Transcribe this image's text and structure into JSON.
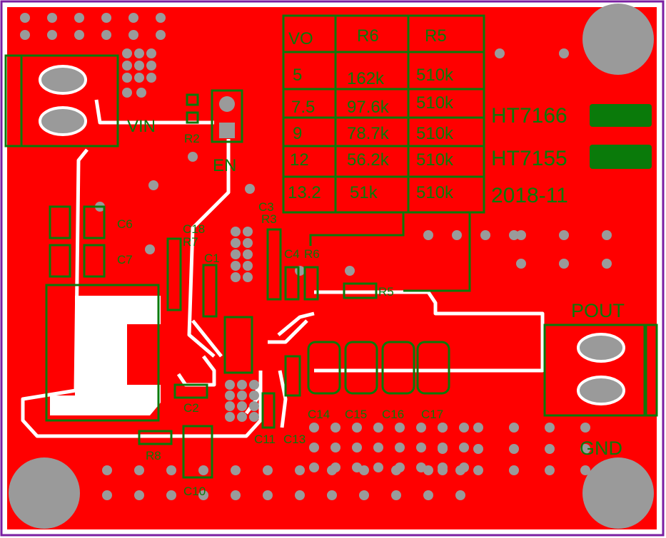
{
  "board": {
    "copper_color": "#ff0000",
    "silk_color": "#0a7a0a",
    "outline_color": "#7a1fa2",
    "hole_color": "#9a9a9a"
  },
  "table": {
    "headers": [
      "VO",
      "R6",
      "R5"
    ],
    "rows": [
      [
        "5",
        "162k",
        "510k"
      ],
      [
        "7.5",
        "97.6k",
        "510k"
      ],
      [
        "9",
        "78.7k",
        "510k"
      ],
      [
        "12",
        "56.2k",
        "510k"
      ],
      [
        "13.2",
        "51k",
        "510k"
      ]
    ]
  },
  "markings": {
    "part1": "HT7166",
    "part2": "HT7155",
    "date": "2018-11",
    "vin": "VIN",
    "en": "EN",
    "pout": "POUT",
    "gnd": "GND"
  },
  "designators": {
    "R2": "R2",
    "C3": "C3",
    "R3": "R3",
    "C18": "C18",
    "R7": "R7",
    "C6": "C6",
    "C7": "C7",
    "C1": "C1",
    "C4": "C4",
    "R6": "R6",
    "R5": "R5",
    "C2": "C2",
    "R8": "R8",
    "C10": "C10",
    "C11": "C11",
    "C13": "C13",
    "C14": "C14",
    "C15": "C15",
    "C16": "C16",
    "C17": "C17"
  }
}
